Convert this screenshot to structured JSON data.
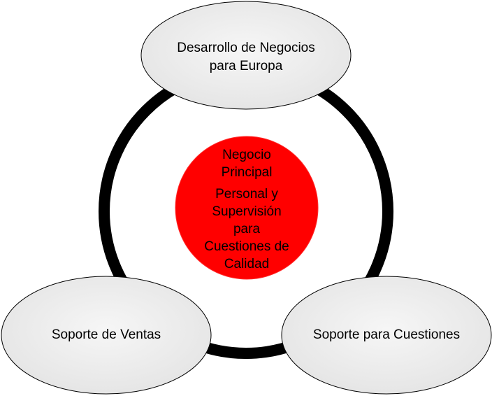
{
  "nodes": {
    "top": {
      "line1": "Desarrollo de Negocios",
      "line2": "para Europa"
    },
    "left": {
      "label": "Soporte de Ventas"
    },
    "right": {
      "label": "Soporte para Cuestiones"
    },
    "center": {
      "heading_line1": "Negocio",
      "heading_line2": "Principal",
      "body_line1": "Personal y",
      "body_line2": "Supervisión",
      "body_line3": "para",
      "body_line4": "Cuestiones de",
      "body_line5": "Calidad"
    }
  },
  "colors": {
    "center_fill": "#ff0000",
    "ellipse_fill": "#ebebeb",
    "ring_stroke": "#000000"
  }
}
